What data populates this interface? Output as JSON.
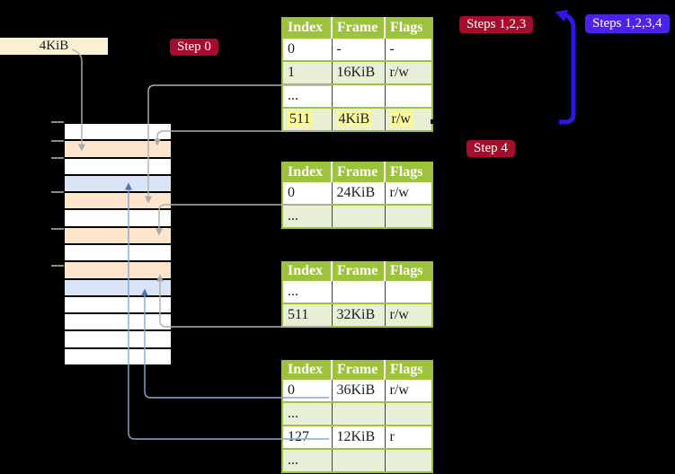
{
  "root_pointer_label": "4KiB",
  "badges": {
    "step0": "Step 0",
    "steps123": "Steps 1,2,3",
    "steps1234": "Steps 1,2,3,4",
    "step4": "Step 4"
  },
  "page_tables": [
    {
      "name": "page-table-1",
      "headers": [
        "Index",
        "Frame",
        "Flags"
      ],
      "rows": [
        {
          "index": "0",
          "frame": "-",
          "flags": "-",
          "shaded": false,
          "highlighted": false
        },
        {
          "index": "1",
          "frame": "16KiB",
          "flags": "r/w",
          "shaded": true,
          "highlighted": false
        },
        {
          "index": "...",
          "frame": "",
          "flags": "",
          "shaded": false,
          "highlighted": false
        },
        {
          "index": "511",
          "frame": "4KiB",
          "flags": "r/w",
          "shaded": true,
          "highlighted": true
        }
      ]
    },
    {
      "name": "page-table-2",
      "headers": [
        "Index",
        "Frame",
        "Flags"
      ],
      "rows": [
        {
          "index": "0",
          "frame": "24KiB",
          "flags": "r/w",
          "shaded": false,
          "highlighted": false
        },
        {
          "index": "...",
          "frame": "",
          "flags": "",
          "shaded": true,
          "highlighted": false
        }
      ]
    },
    {
      "name": "page-table-3",
      "headers": [
        "Index",
        "Frame",
        "Flags"
      ],
      "rows": [
        {
          "index": "...",
          "frame": "",
          "flags": "",
          "shaded": false,
          "highlighted": false
        },
        {
          "index": "511",
          "frame": "32KiB",
          "flags": "r/w",
          "shaded": true,
          "highlighted": false
        }
      ]
    },
    {
      "name": "page-table-4",
      "headers": [
        "Index",
        "Frame",
        "Flags"
      ],
      "rows": [
        {
          "index": "0",
          "frame": "36KiB",
          "flags": "r/w",
          "shaded": false,
          "highlighted": false
        },
        {
          "index": "...",
          "frame": "",
          "flags": "",
          "shaded": true,
          "highlighted": false
        },
        {
          "index": "127",
          "frame": "12KiB",
          "flags": "r",
          "shaded": false,
          "highlighted": false
        },
        {
          "index": "...",
          "frame": "",
          "flags": "",
          "shaded": true,
          "highlighted": false
        }
      ]
    }
  ],
  "memory_stack": {
    "rows": [
      "free",
      "table",
      "free",
      "mapped",
      "table",
      "free",
      "table",
      "free",
      "table",
      "mapped",
      "free",
      "free",
      "free",
      "free"
    ]
  },
  "connections": [
    {
      "name": "root-pointer-to-frame-4kib",
      "style": "gray"
    },
    {
      "name": "entry-1-to-frame-16kib",
      "style": "gray"
    },
    {
      "name": "entry-511-to-frame-4kib",
      "style": "gray"
    },
    {
      "name": "entry-0-to-frame-24kib",
      "style": "gray"
    },
    {
      "name": "entry-511-to-frame-32kib",
      "style": "gray"
    },
    {
      "name": "entry-0-to-frame-36kib",
      "style": "blue"
    },
    {
      "name": "entry-127-to-frame-12kib",
      "style": "blue"
    },
    {
      "name": "loopback-arrow",
      "style": "thick-blue"
    }
  ],
  "colors": {
    "header_green": "#9dc23b",
    "row_shaded": "#e9efd6",
    "row_plain": "#ffffff",
    "highlight_yellow": "#fbf89b",
    "badge_red": "#a60c2c",
    "badge_indigo": "#4d22e8",
    "frame_free": "#ffffff",
    "frame_table": "#fde5cc",
    "frame_mapped": "#d9e5f7",
    "line_gray": "#b0b0b0",
    "line_blue": "#8aa5d2",
    "arrow_blue": "#4f76b2",
    "loop_blue": "#2e16e8",
    "pointer_box": "#fbf0d3"
  }
}
